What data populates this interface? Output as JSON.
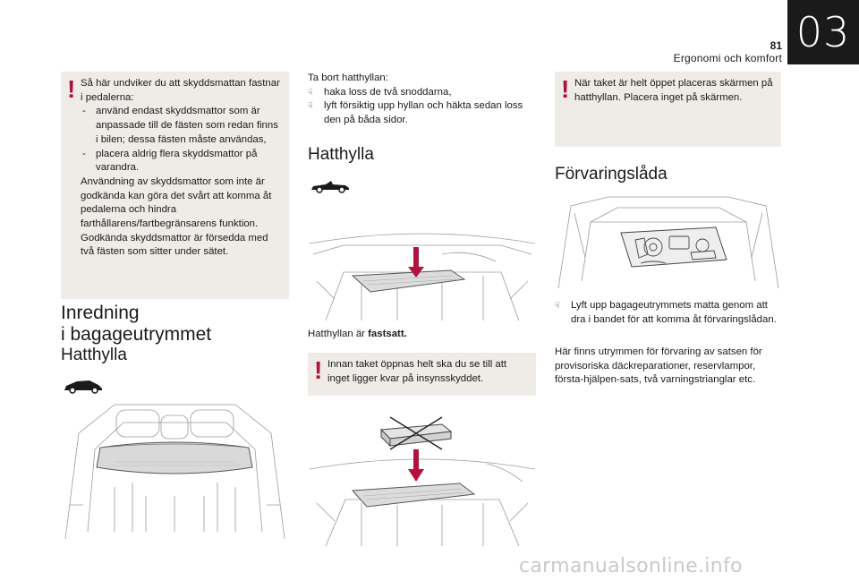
{
  "header": {
    "tab_number": "03",
    "page_number": "81",
    "section_title": "Ergonomi och komfort"
  },
  "col1": {
    "warning": {
      "intro": "Så här undviker du att skyddsmattan fastnar i pedalerna:",
      "items": [
        "använd endast skyddsmattor som är anpassade till de fästen som redan finns i bilen; dessa fästen måste användas,",
        "placera aldrig flera skyddsmattor på varandra."
      ],
      "para1": "Användning av skyddsmattor som inte är godkända kan göra det svårt att komma åt pedalerna och hindra farthållarens/fartbegränsarens funktion.",
      "para2": "Godkända skyddsmattor är försedda med två fästen som sitter under sätet."
    },
    "heading_line1": "Inredning",
    "heading_line2": "i bagageutrymmet",
    "subheading": "Hatthylla"
  },
  "col2": {
    "intro": "Ta bort hatthyllan:",
    "bullets": [
      "haka loss de två snoddarna,",
      "lyft försiktig upp hyllan och häkta sedan loss den på båda sidor."
    ],
    "heading": "Hatthylla",
    "caption_prefix": "Hatthyllan är ",
    "caption_bold": "fastsatt.",
    "warning": "Innan taket öppnas helt ska du se till att inget ligger kvar på insynsskyddet."
  },
  "col3": {
    "warning": "När taket är helt öppet placeras skärmen på hatthyllan. Placera inget på skärmen.",
    "heading": "Förvaringslåda",
    "bullet": "Lyft upp bagageutrymmets matta genom att dra i bandet för att komma åt förvaringslådan.",
    "para": "Här finns utrymmen för förvaring av satsen för provisoriska däckreparationer, reservlampor, första-hjälpen-sats, två varningstrianglar etc."
  },
  "footer": {
    "watermark": "carmanualsonline.info"
  },
  "colors": {
    "warning_bg": "#efebe7",
    "warning_mark": "#b0103a",
    "arrow_accent": "#b3123f",
    "tab_bg": "#1a1a1a"
  },
  "icons": {
    "warning": "exclamation-mark-icon",
    "bullet": "arrow-bullet-icon",
    "hatchback": "hatchback-car-icon",
    "cabrio": "cabriolet-car-icon"
  }
}
